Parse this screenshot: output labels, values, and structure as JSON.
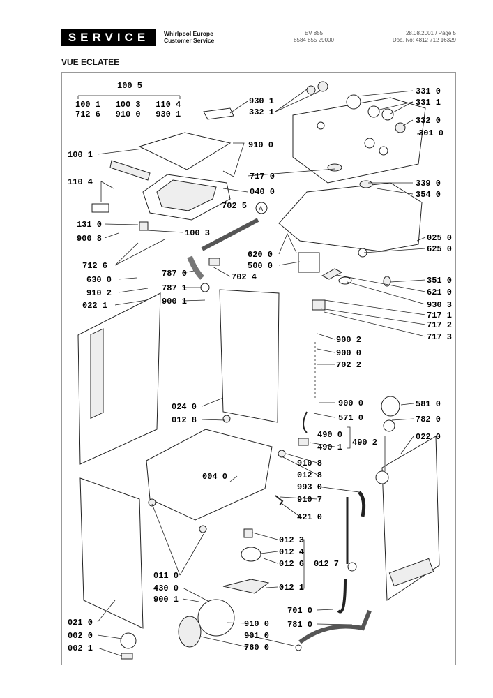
{
  "header": {
    "service": "SERVICE",
    "company_line1": "Whirlpool Europe",
    "company_line2": "Customer Service",
    "model_line1": "EV 855",
    "model_line2": "8584 855 29000",
    "date_line1": "28.08.2001 / Page 5",
    "date_line2": "Doc. No: 4812 712 16329"
  },
  "section_title": "VUE ECLATEE",
  "callouts": {
    "circle_a": "A",
    "group_top": "100 5",
    "group_row1": "100 1   100 3   110 4",
    "group_row2": "712 6   910 0   930 1",
    "p9301": "930 1",
    "p3321": "332 1",
    "p3310": "331 0",
    "p3311": "331 1",
    "p3320": "332 0",
    "p3010": "301 0",
    "p1001": "100 1",
    "p9100": "910 0",
    "p1104": "110 4",
    "p7170": "717 0",
    "p0400": "040 0",
    "p3390": "339 0",
    "p3540": "354 0",
    "p7025": "702 5",
    "p1310": "131 0",
    "p1003": "100 3",
    "p9008": "900 8",
    "p6200": "620 0",
    "p0250": "025 0",
    "p5000": "500 0",
    "p6250": "625 0",
    "p7126": "712 6",
    "p7870": "787 0",
    "p7024": "702 4",
    "p3510": "351 0",
    "p6300": "630 0",
    "p6210": "621 0",
    "p9102": "910 2",
    "p7871": "787 1",
    "p9303": "930 3",
    "p9001": "900 1",
    "p7171": "717 1",
    "p0221": "022 1",
    "p7172": "717 2",
    "p7173": "717 3",
    "p9002": "900 2",
    "p9000": "900 0",
    "p7022": "702 2",
    "p9000b": "900 0",
    "p5810": "581 0",
    "p0240": "024 0",
    "p5710": "571 0",
    "p0128": "012 8",
    "p7820": "782 0",
    "p4900": "490 0",
    "p0220": "022 0",
    "p4902": "490 2",
    "p4901": "490 1",
    "p9108": "910 8",
    "p0040": "004 0",
    "p0128b": "012 8",
    "p9930": "993 0",
    "p9107": "910 7",
    "p4210": "421 0",
    "p0123": "012 3",
    "p0124": "012 4",
    "p0126": "012 6",
    "p0127": "012 7",
    "p0110": "011 0",
    "p0121": "012 1",
    "p4300": "430 0",
    "p9001b": "900 1",
    "p7010": "701 0",
    "p0210": "021 0",
    "p9100b": "910 0",
    "p7810": "781 0",
    "p0020": "002 0",
    "p9010": "901 0",
    "p0021": "002 1",
    "p7600": "760 0"
  }
}
